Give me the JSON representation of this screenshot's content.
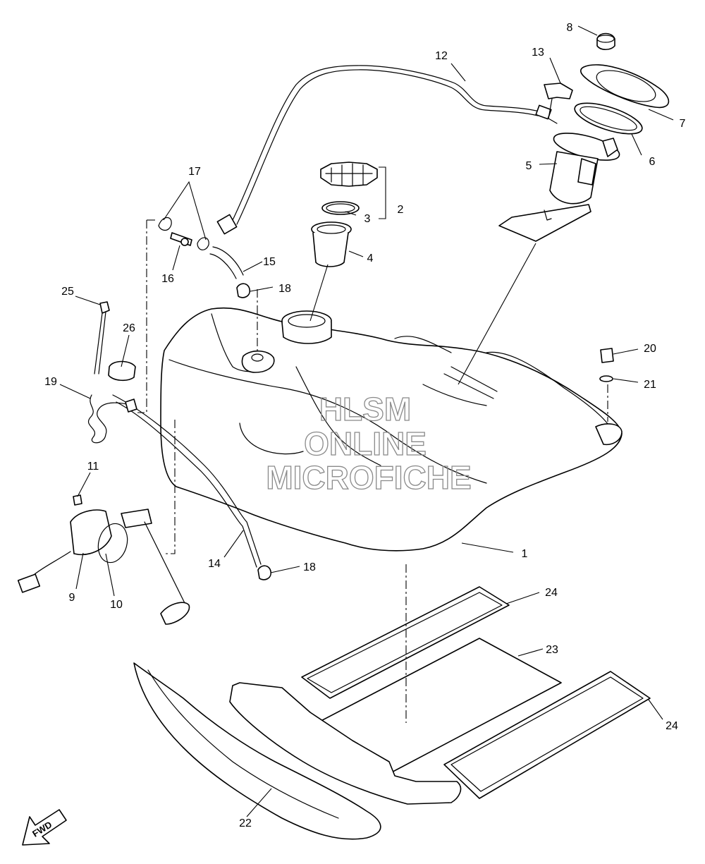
{
  "watermark": {
    "line1": "HLSM",
    "line2": "ONLINE",
    "line3": "MICROFICHE"
  },
  "direction_label": "FWD",
  "callouts": {
    "c1": "1",
    "c2": "2",
    "c3": "3",
    "c4": "4",
    "c5": "5",
    "c6": "6",
    "c7": "7",
    "c8": "8",
    "c9": "9",
    "c10": "10",
    "c11": "11",
    "c12": "12",
    "c13": "13",
    "c14": "14",
    "c15": "15",
    "c16": "16",
    "c17": "17",
    "c18a": "18",
    "c18b": "18",
    "c19": "19",
    "c20": "20",
    "c21": "21",
    "c22": "22",
    "c23": "23",
    "c24a": "24",
    "c24b": "24",
    "c25": "25",
    "c26": "26"
  },
  "colors": {
    "line": "#000000",
    "background": "#ffffff",
    "watermark": "#8a8a8a"
  }
}
